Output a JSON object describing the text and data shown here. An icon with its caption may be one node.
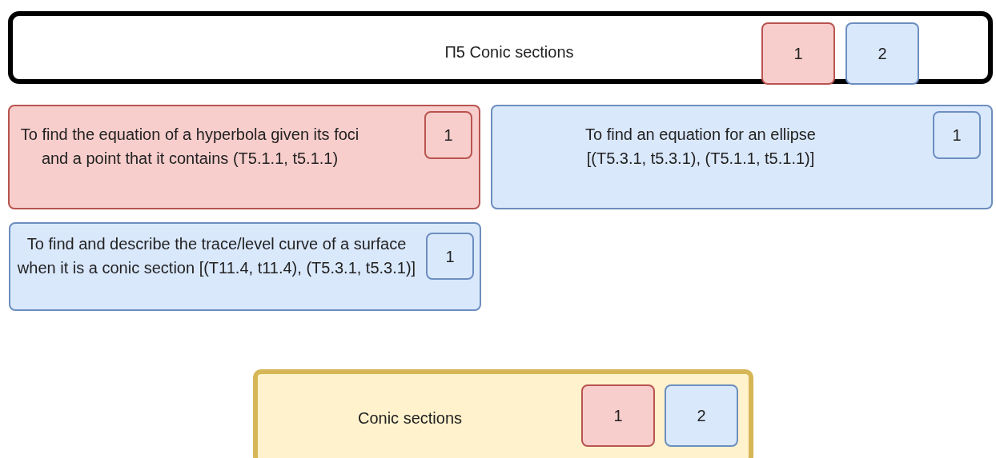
{
  "diagram": {
    "nodes": [
      {
        "text": [
          "П5 Conic sections"
        ]
      },
      {
        "text": [
          "1"
        ],
        "in": 0
      },
      {
        "text": [
          "2"
        ],
        "in": 0
      },
      {
        "text": [
          "To find the equation of a hyperbola given its foci and a point that it contains (T5.1.1, t5.1.1)"
        ]
      },
      {
        "text": [
          "1"
        ],
        "in": 3
      },
      {
        "text": [
          "To find an equation for an ellipse [(T5.3.1, t5.3.1), (T5.1.1, t5.1.1)]"
        ]
      },
      {
        "text": [
          "1"
        ],
        "in": 5
      },
      {
        "text": [
          "To find and describe the trace/level curve of a surface when it is a conic section [(T11.4, t11.4), (T5.3.1, t5.3.1)]"
        ]
      },
      {
        "text": [
          "1"
        ],
        "in": 7
      },
      {
        "text": [
          "Conic sections"
        ]
      },
      {
        "text": [
          "1"
        ],
        "in": 9
      },
      {
        "text": [
          "2"
        ],
        "in": 9
      }
    ],
    "edges": []
  }
}
